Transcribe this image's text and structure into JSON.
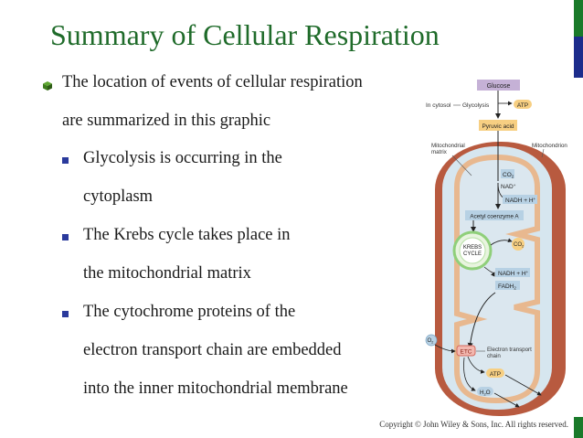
{
  "title": "Summary of Cellular Respiration",
  "intro": {
    "line1": "The location of events of cellular respiration",
    "line2": "are summarized in this graphic"
  },
  "subpoints": [
    {
      "line1": "Glycolysis is occurring in the",
      "line2": "cytoplasm"
    },
    {
      "line1": "The Krebs cycle takes place in",
      "line2": "the mitochondrial matrix"
    },
    {
      "line1": "The cytochrome proteins of the",
      "line2": "electron transport chain are embedded",
      "line3": "into the inner mitochondrial membrane"
    }
  ],
  "diagram": {
    "glucose": "Glucose",
    "in_cytosol": "In cytosol",
    "glycolysis": "Glycolysis",
    "atp_top": "ATP",
    "pyruvic_acid": "Pyruvic acid",
    "mito_matrix_1": "Mitochondrial",
    "mito_matrix_2": "matrix",
    "mitochondrion": "Mitochondrion",
    "co2_top": "CO",
    "co2_top_sub": "2",
    "nad_plus": "NAD",
    "nad_plus_sup": "+",
    "nadh_1": "NADH + H",
    "nadh_1_sup": "+",
    "acetyl": "Acetyl coenzyme A",
    "krebs_1": "KREBS",
    "krebs_2": "CYCLE",
    "co2_mid": "CO",
    "co2_mid_sub": "2",
    "nadh_2": "NADH + H",
    "nadh_2_sup": "+",
    "fadh": "FADH",
    "fadh_sub": "2",
    "o2": "O",
    "o2_sub": "2",
    "etc": "ETC",
    "etc_label_1": "Electron transport",
    "etc_label_2": "chain",
    "atp_bottom": "ATP",
    "h2o_1": "H",
    "h2o_sub": "2",
    "h2o_2": "O"
  },
  "copyright": "Copyright © John Wiley & Sons, Inc. All rights reserved.",
  "colors": {
    "title": "#1f6b2a",
    "accent_green": "#1a7a2a",
    "accent_blue": "#1c2c8c",
    "outer_membrane": "#b85a3f",
    "inner_space": "#d6e6ef",
    "inner_membrane": "#e8b88f",
    "label_box": "#b7d1e4",
    "glucose_box": "#c5b1d6",
    "pyruvic_box": "#f7cf82"
  }
}
